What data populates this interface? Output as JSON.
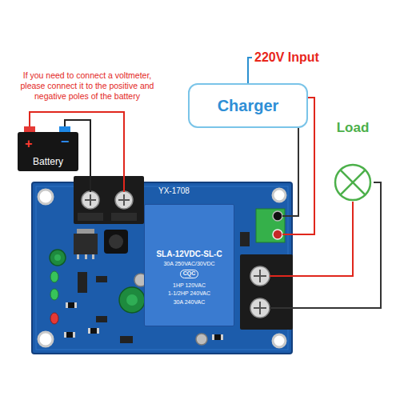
{
  "diagram": {
    "nodes": [
      {
        "text": [
          "Charger"
        ]
      },
      {
        "text": [
          "Battery"
        ]
      },
      {
        "text": [
          "Load"
        ]
      },
      {
        "text": [
          "YX-1708"
        ]
      },
      {
        "text": [
          "SLA-12VDC-SL-C",
          "30A 250VAC/30VDC",
          "CQC",
          "1HP 120VAC",
          "1-1/2HP 240VAC",
          "30A 240VAC"
        ],
        "in": 3
      }
    ],
    "edges": [
      {
        "from": 1,
        "to": 3,
        "arrow": "none"
      },
      {
        "from": 1,
        "to": 3,
        "arrow": "none"
      },
      {
        "from": 0,
        "to": 3,
        "arrow": "none"
      },
      {
        "from": 0,
        "to": 3,
        "arrow": "none"
      },
      {
        "from": 2,
        "to": 3,
        "arrow": "none"
      },
      {
        "from": 2,
        "to": 3,
        "arrow": "none"
      }
    ],
    "labels": [
      "If you need to connect a voltmeter, please connect it to the positive and negative poles of the battery",
      "220V Input",
      "+",
      "−"
    ]
  }
}
